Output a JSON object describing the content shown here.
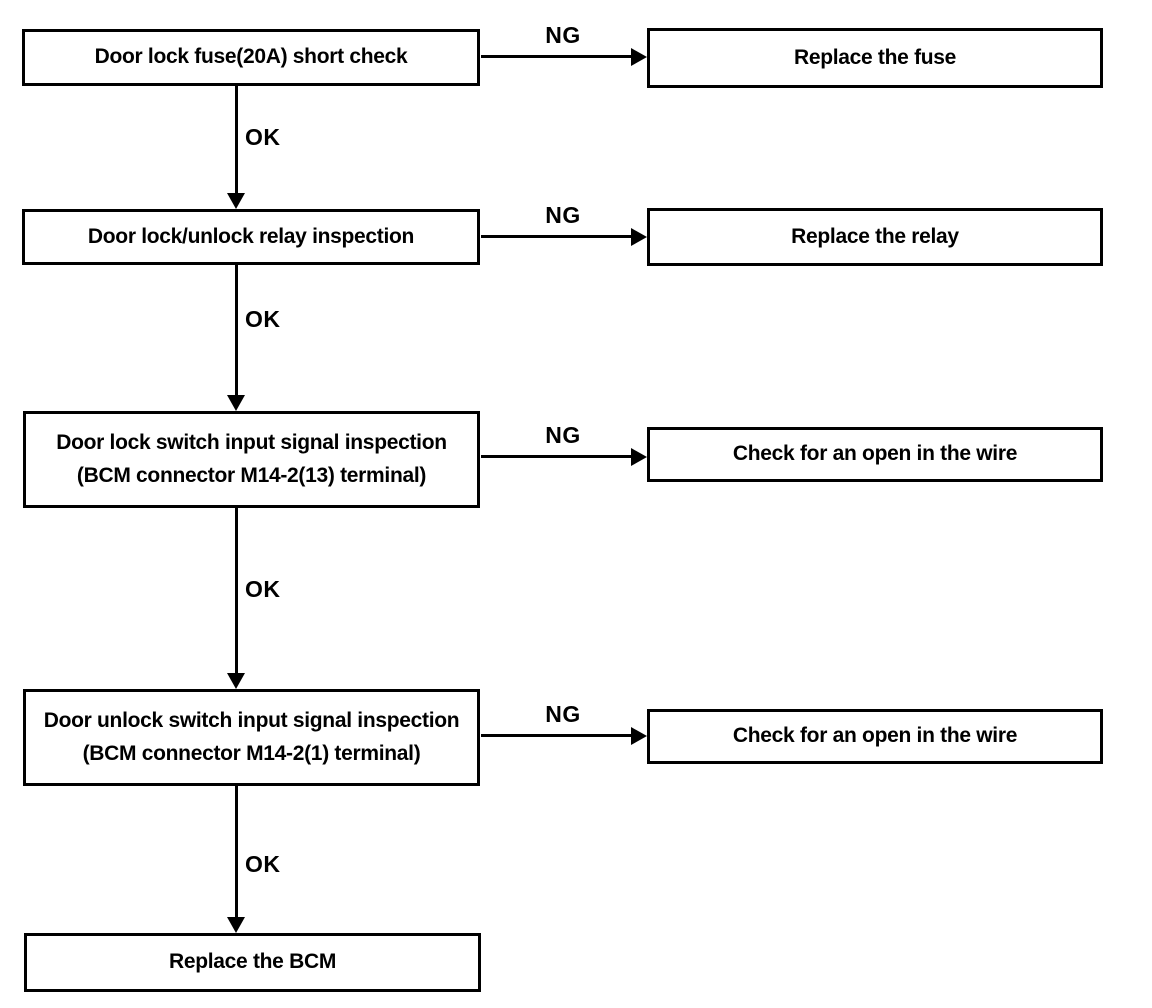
{
  "flowchart": {
    "steps": [
      {
        "lines": [
          "Door lock fuse(20A) short check"
        ]
      },
      {
        "lines": [
          "Door lock/unlock relay inspection"
        ]
      },
      {
        "lines": [
          "Door lock switch input signal inspection",
          "(BCM connector M14-2(13) terminal)"
        ]
      },
      {
        "lines": [
          "Door unlock switch input signal inspection",
          "(BCM connector M14-2(1) terminal)"
        ]
      },
      {
        "lines": [
          "Replace the BCM"
        ]
      }
    ],
    "results": [
      {
        "label": "Replace the fuse"
      },
      {
        "label": "Replace the relay"
      },
      {
        "label": "Check for an open in the wire"
      },
      {
        "label": "Check for an open in the wire"
      }
    ],
    "edge_labels": {
      "ok": "OK",
      "ng": "NG"
    },
    "colors": {
      "ink": "#000000",
      "background": "#ffffff"
    }
  }
}
